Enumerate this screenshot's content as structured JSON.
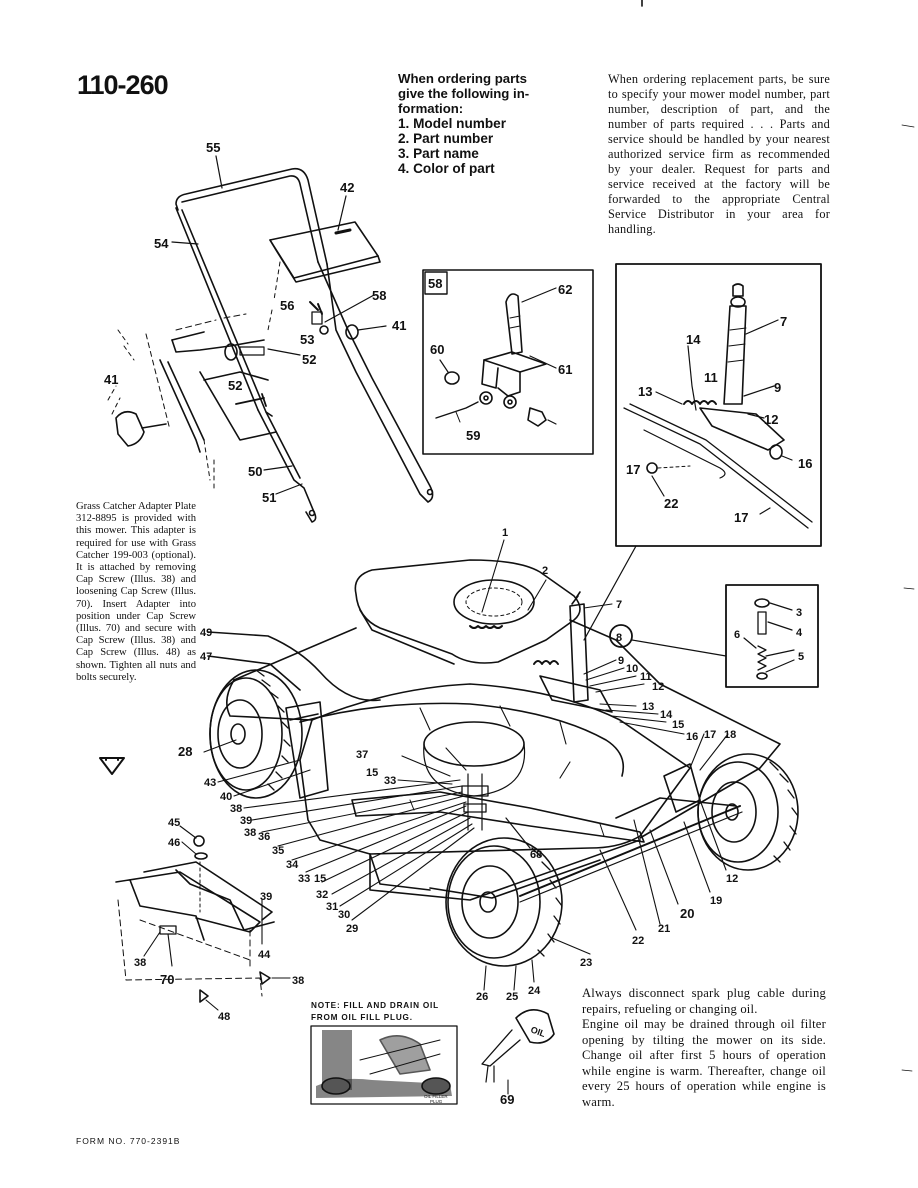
{
  "model_number": "110-260",
  "ordering": {
    "heading_lines": [
      "When ordering parts",
      "give the following in-",
      "formation:"
    ],
    "items": [
      "1. Model number",
      "2. Part number",
      "3. Part name",
      "4. Color of part"
    ]
  },
  "intro_text": "When ordering replacement parts, be sure to specify your mower model number, part number, description of part, and the number of parts required . . . Parts and service should be handled by your nearest authorized service firm as recommended by your dealer. Request for parts and service received at the factory will be forwarded to the appropriate Central Service Distributor in your area for handling.",
  "adapter_note": "Grass Catcher Adapter Plate 312-8895 is provided with this mower. This adapter is required for use with Grass Catcher 199-003 (optional). It is attached by removing Cap Screw (Illus. 38) and loosening Cap Screw (Illus. 70). Insert Adapter into position under Cap Screw (Illus. 70) and secure with Cap Screw (Illus. 38) and Cap Screw (Illus. 48) as shown. Tighten all nuts and bolts securely.",
  "oil_note_lines": [
    "NOTE: FILL AND DRAIN OIL",
    "FROM OIL FILL PLUG."
  ],
  "oil_fill_label": [
    "OIL FILLER",
    "PLUG"
  ],
  "oil_can_label": "OIL",
  "safety_text": [
    "Always disconnect spark plug cable during repairs, refueling or changing oil.",
    "Engine oil may be drained through oil filter opening by tilting the mower on its side. Change oil after first 5 hours of operation while engine is warm. Thereafter, change oil every 25 hours of operation while engine is warm."
  ],
  "form_number": "FORM NO. 770-2391B",
  "inset_labels": {
    "box58": "58",
    "circle8": "8"
  },
  "part_labels": {
    "p55": "55",
    "p42": "42",
    "p54": "54",
    "p58": "58",
    "p56": "56",
    "p41a": "41",
    "p53": "53",
    "p52a": "52",
    "p41b": "41",
    "p52b": "52",
    "p50": "50",
    "p51": "51",
    "p62": "62",
    "p60": "60",
    "p61": "61",
    "p59": "59",
    "p7a": "7",
    "p14a": "14",
    "p11a": "11",
    "p13a": "13",
    "p9a": "9",
    "p12a": "12",
    "p16a": "16",
    "p17a": "17",
    "p22a": "22",
    "p17b": "17",
    "p1": "1",
    "p2": "2",
    "p7b": "7",
    "p3": "3",
    "p4": "4",
    "p6": "6",
    "p5": "5",
    "p49": "49",
    "p47": "47",
    "p9b": "9",
    "p10": "10",
    "p11b": "11",
    "p12b": "12",
    "p13b": "13",
    "p14b": "14",
    "p15a": "15",
    "p16b": "16",
    "p17c": "17",
    "p18": "18",
    "p28": "28",
    "p37": "37",
    "p15b": "15",
    "p33a": "33",
    "p43": "43",
    "p40": "40",
    "p38a": "38",
    "p39a": "39",
    "p38b": "38",
    "p36": "36",
    "p45": "45",
    "p46": "46",
    "p35": "35",
    "p34": "34",
    "p33b": "33",
    "p15c": "15",
    "p32": "32",
    "p31": "31",
    "p30": "30",
    "p29": "29",
    "p68": "68",
    "p12c": "12",
    "p19": "19",
    "p20": "20",
    "p21": "21",
    "p22b": "22",
    "p23": "23",
    "p39b": "39",
    "p44": "44",
    "p38c": "38",
    "p70": "70",
    "p38d": "38",
    "p48": "48",
    "p26": "26",
    "p25": "25",
    "p24": "24",
    "p69": "69"
  }
}
